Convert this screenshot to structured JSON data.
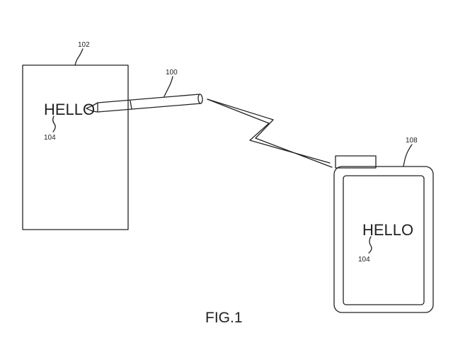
{
  "figure": {
    "caption": "FIG.1",
    "paper": {
      "ref": "102",
      "text": "HELLO",
      "text_ref": "104"
    },
    "pen": {
      "ref": "100"
    },
    "device": {
      "ref": "108",
      "text": "HELLO",
      "text_ref": "104"
    }
  }
}
